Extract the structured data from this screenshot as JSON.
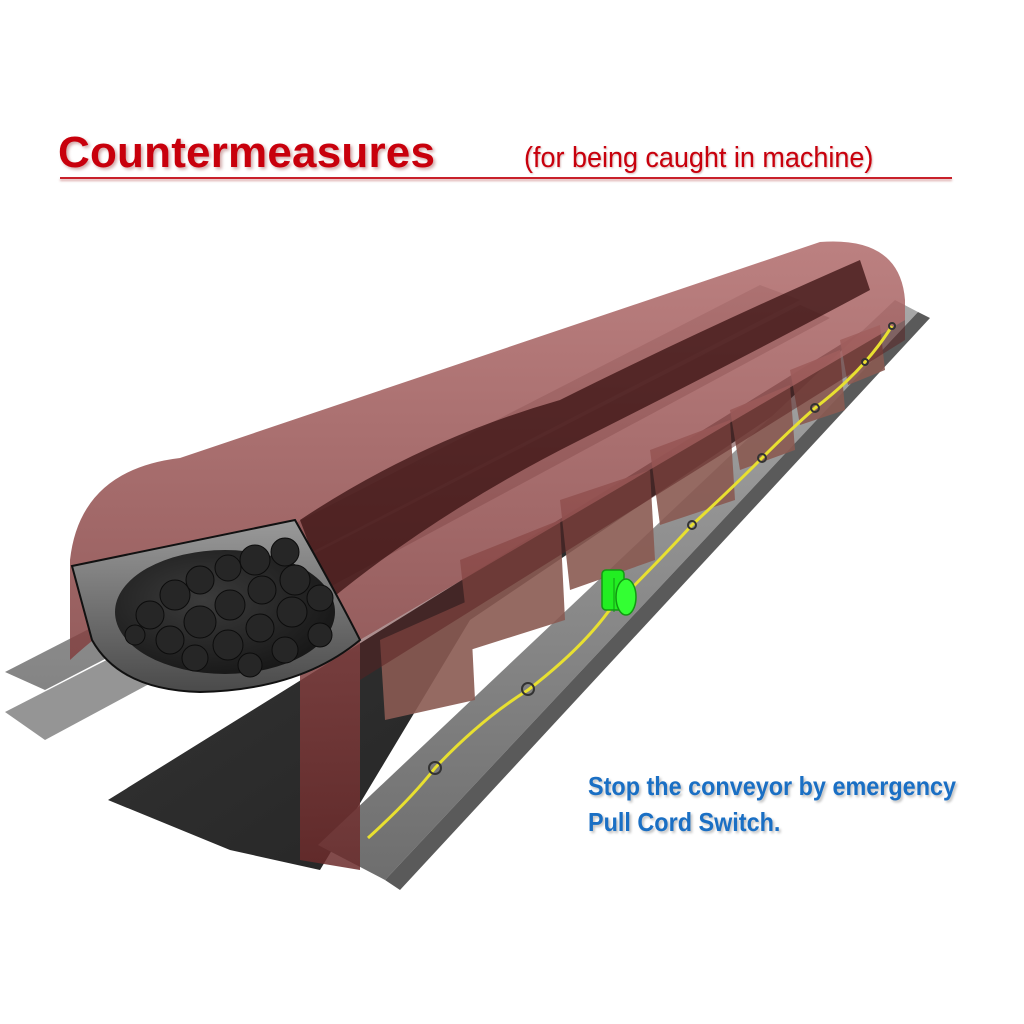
{
  "slide": {
    "title": "Countermeasures",
    "subtitle": "(for being caught in machine)",
    "caption_line1": "Stop the conveyor by emergency",
    "caption_line2": "Pull Cord Switch.",
    "colors": {
      "title_red": "#c8000c",
      "caption_blue": "#1a6fc4",
      "cover_translucent_red": "#8a3a3a",
      "pull_cord_yellow": "#e8e030",
      "switch_green": "#22ee22",
      "coal_black": "#2a2a2a",
      "rail_gray": "#8c8c8c"
    }
  },
  "illustration": {
    "subject": "belt conveyor with translucent hood cover",
    "components": [
      "hood-cover",
      "coal-load",
      "conveyor-belt",
      "idler-frames",
      "side-rails",
      "pull-cord",
      "pull-cord-switch"
    ]
  }
}
